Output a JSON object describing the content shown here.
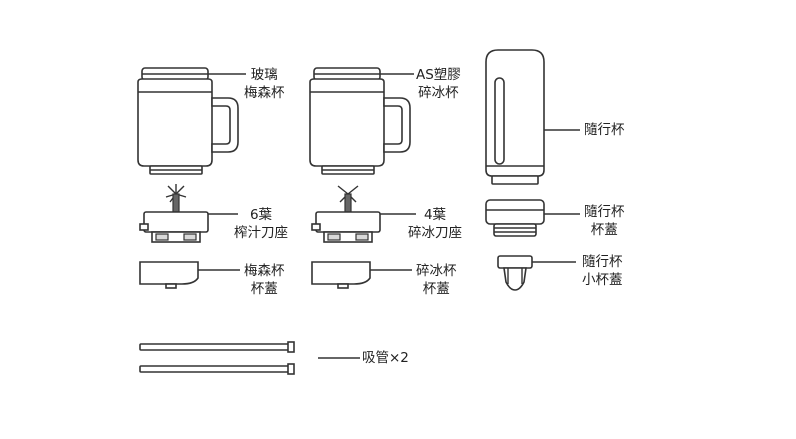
{
  "labels": {
    "glass_mason_cup": [
      "玻璃",
      "梅森杯"
    ],
    "as_plastic_cup": [
      "AS塑膠",
      "碎冰杯"
    ],
    "travel_cup": [
      "隨行杯"
    ],
    "blade_6": [
      "6葉",
      "榨汁刀座"
    ],
    "blade_4": [
      "4葉",
      "碎冰刀座"
    ],
    "travel_cup_lid": [
      "隨行杯",
      "杯蓋"
    ],
    "mason_lid": [
      "梅森杯",
      "杯蓋"
    ],
    "ice_cup_lid": [
      "碎冰杯",
      "杯蓋"
    ],
    "small_cup_lid": [
      "隨行杯",
      "小杯蓋"
    ],
    "straws": [
      "吸管×2"
    ]
  }
}
